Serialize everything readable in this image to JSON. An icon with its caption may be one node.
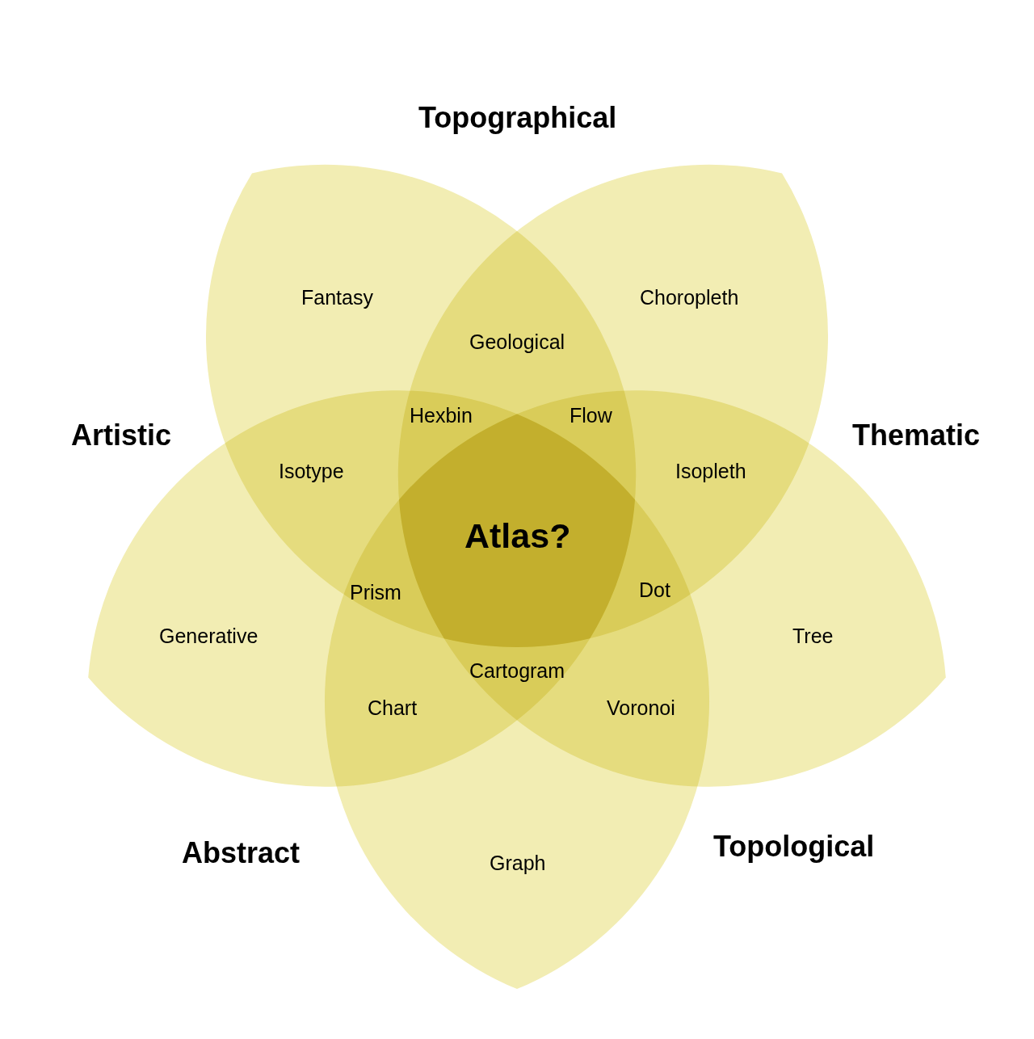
{
  "diagram": {
    "nodes": [
      {
        "text": [
          "Topographical"
        ]
      },
      {
        "text": [
          "Artistic"
        ]
      },
      {
        "text": [
          "Thematic"
        ]
      },
      {
        "text": [
          "Abstract"
        ]
      },
      {
        "text": [
          "Topological"
        ]
      }
    ],
    "labels": [
      "Fantasy",
      "Choropleth",
      "Geological",
      "Hexbin",
      "Flow",
      "Isotype",
      "Isopleth",
      "Atlas?",
      "Prism",
      "Dot",
      "Generative",
      "Tree",
      "Cartogram",
      "Chart",
      "Voronoi",
      "Graph"
    ]
  }
}
